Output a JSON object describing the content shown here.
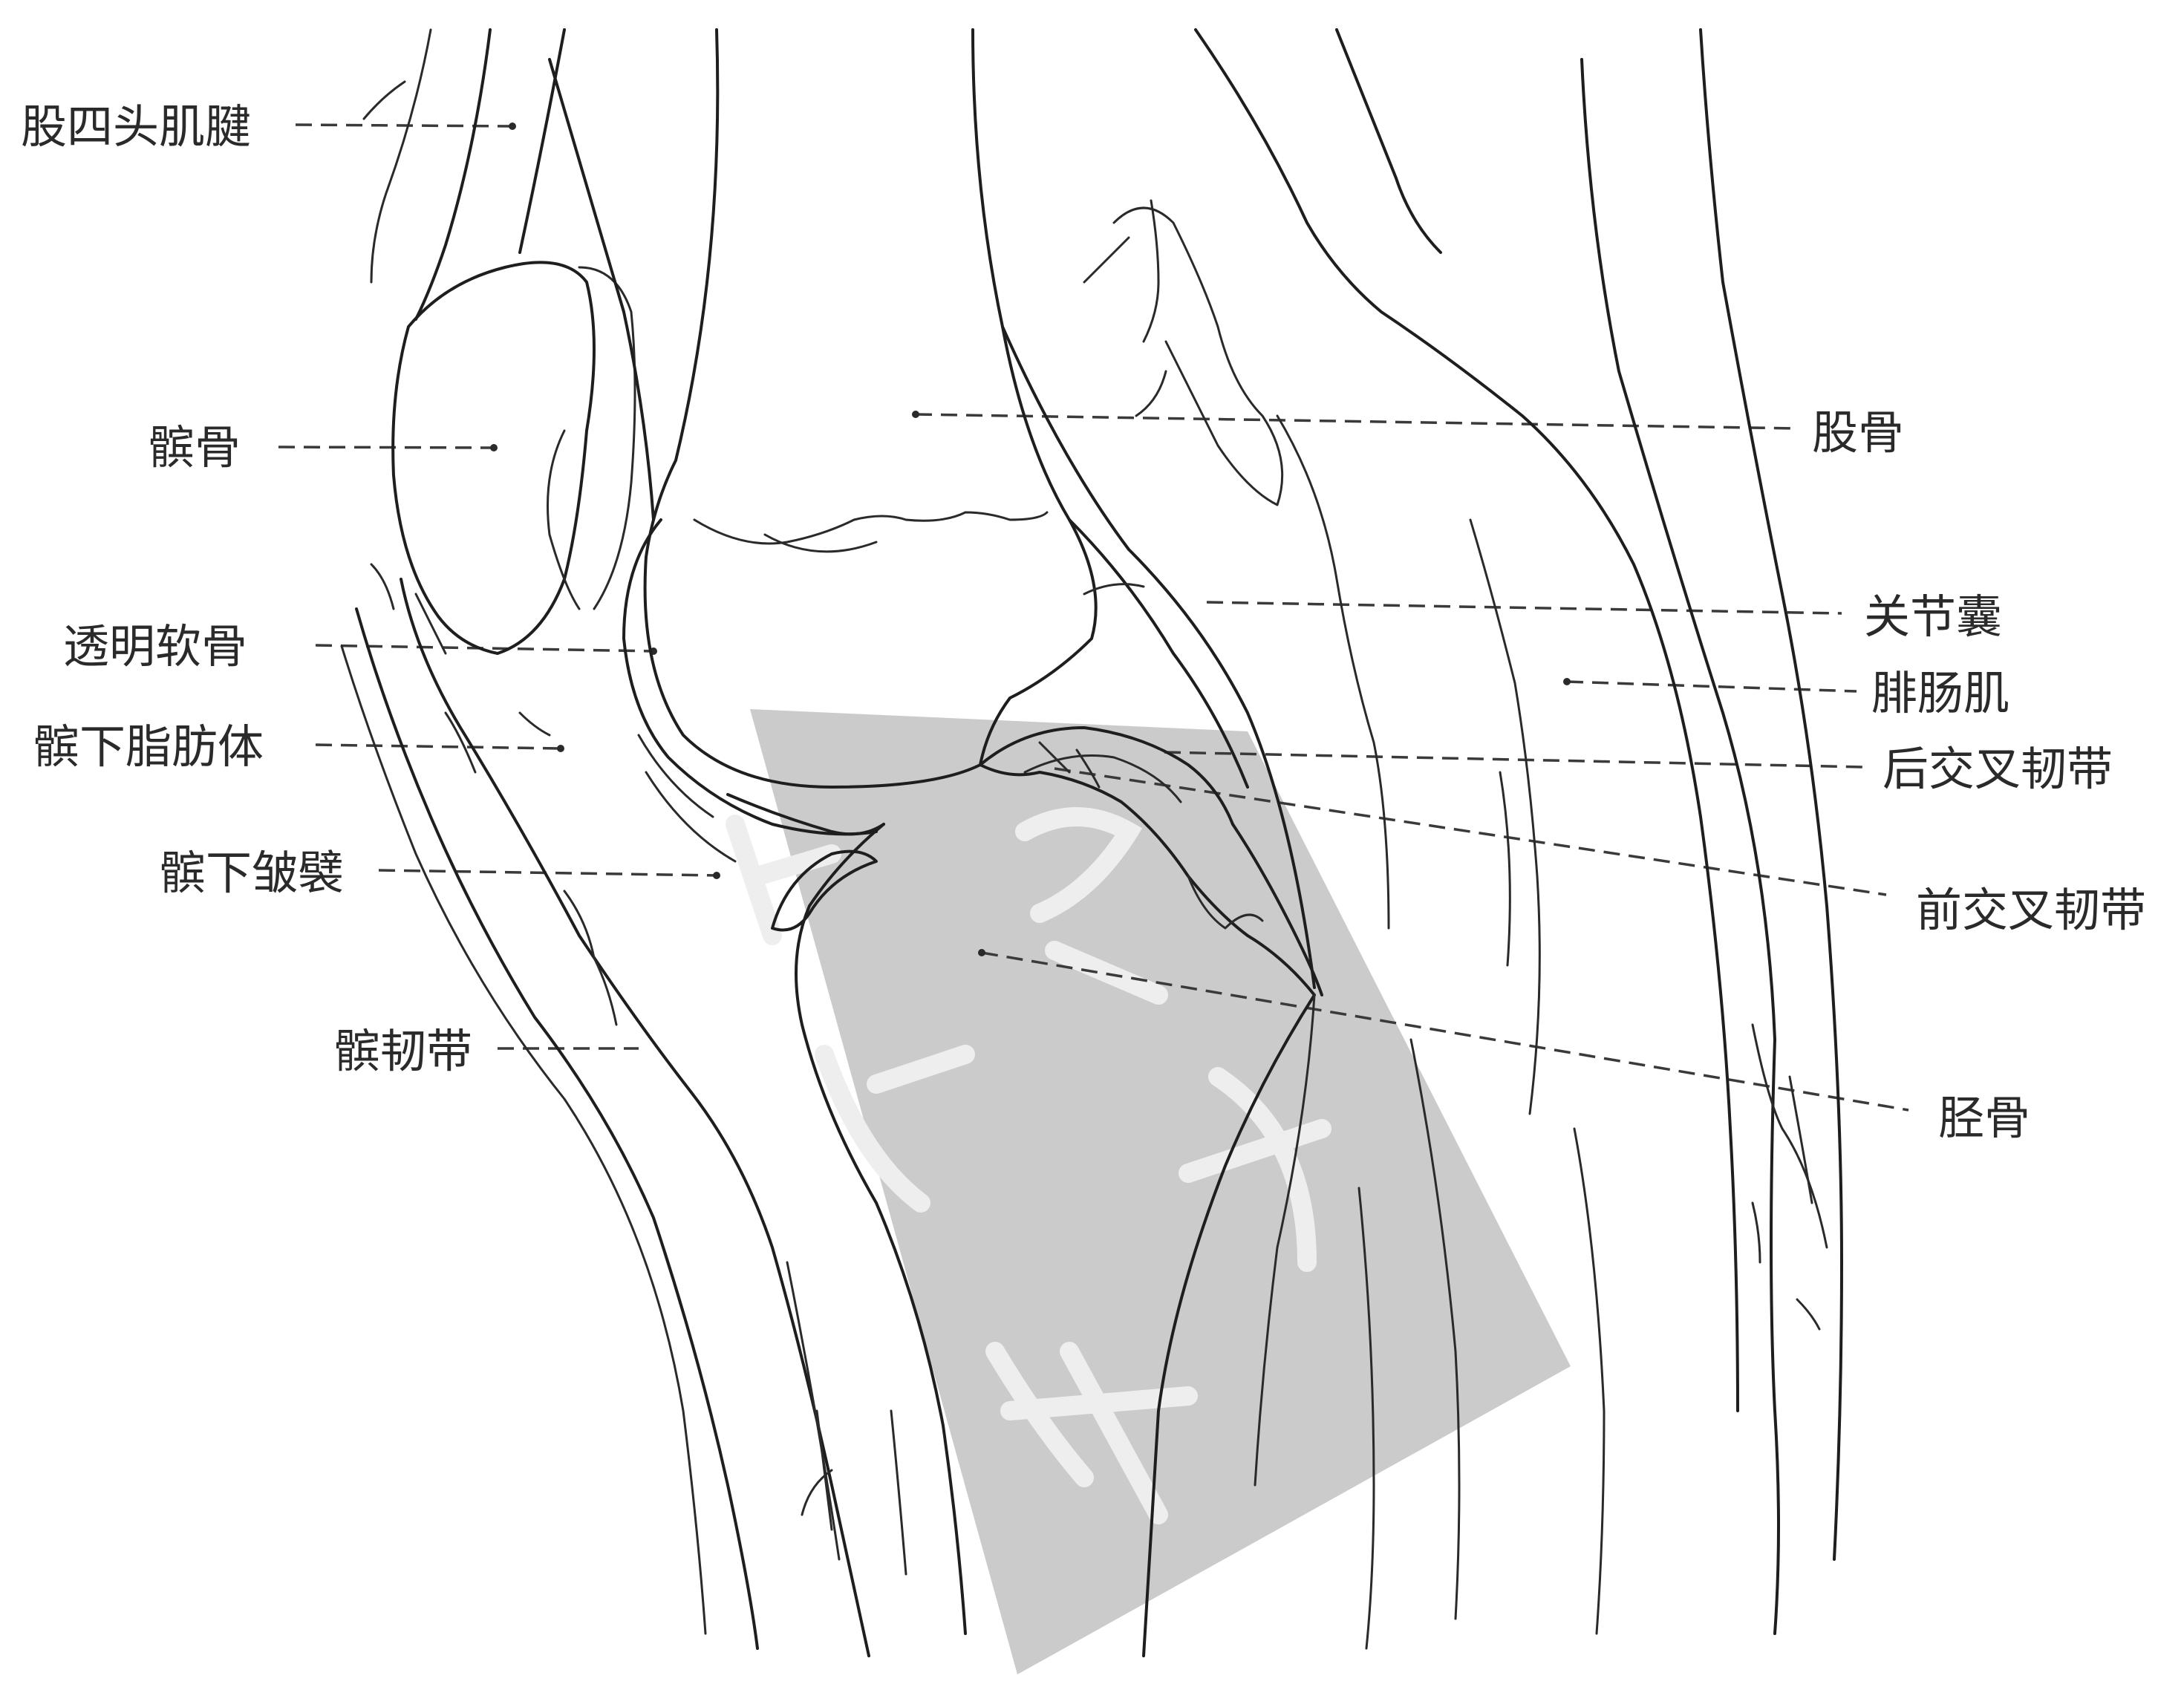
{
  "colors": {
    "ink": "#1e1e1e",
    "watermark": "#c9c9c9",
    "label": "#2a2a2a"
  },
  "labels": {
    "quadriceps_tendon": "股四头肌腱",
    "patella": "髌骨",
    "hyaline_cartilage": "透明软骨",
    "infrapatellar_fat_pad": "髌下脂肪体",
    "infrapatellar_fold": "髌下皱襞",
    "patellar_ligament": "髌韧带",
    "femur": "股骨",
    "joint_capsule": "关节囊",
    "gastrocnemius": "腓肠肌",
    "posterior_cruciate_ligament": "后交叉韧带",
    "anterior_cruciate_ligament": "前交叉韧带",
    "tibia": "胫骨"
  }
}
